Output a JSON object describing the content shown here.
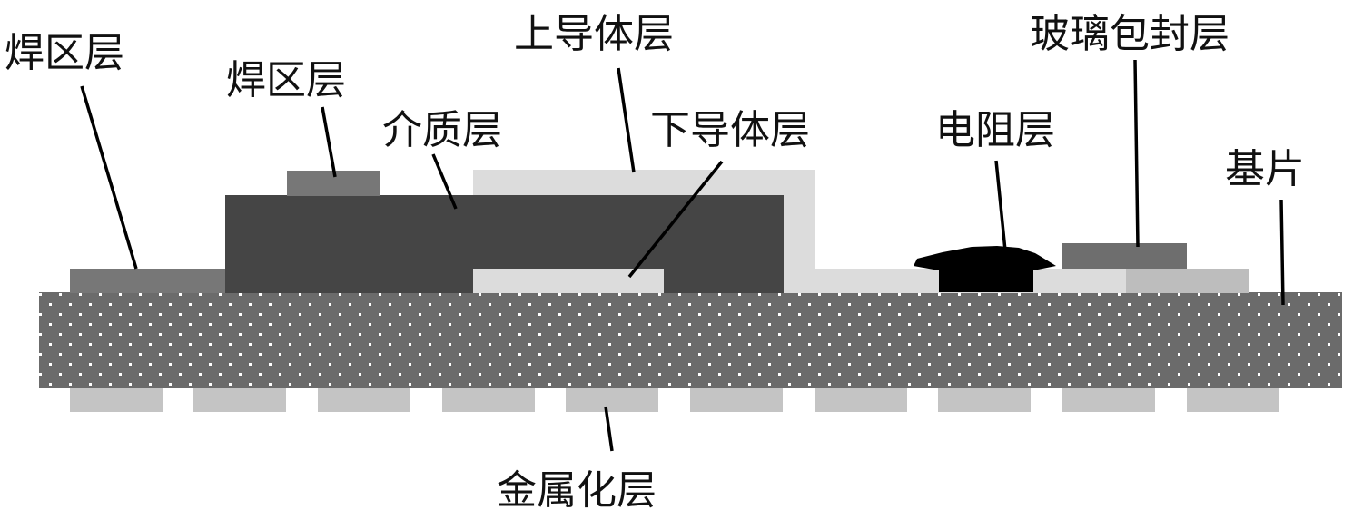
{
  "labels": {
    "pad_left": "焊区层",
    "pad_top": "焊区层",
    "dielectric": "介质层",
    "upper_conductor": "上导体层",
    "lower_conductor": "下导体层",
    "resistor": "电阻层",
    "glass_encapsulation": "玻璃包封层",
    "substrate": "基片",
    "metallization": "金属化层"
  },
  "colors": {
    "substrate": "#6b6b6b",
    "substrate_dots": "#ffffff",
    "dielectric": "#454545",
    "pad": "#777777",
    "conductor": "#dcdcdc",
    "metallization": "#c4c4c4",
    "resistor": "#000000",
    "glass": "#6e6e6e",
    "glass_right_pad": "#bdbdbd",
    "leader": "#000000"
  }
}
